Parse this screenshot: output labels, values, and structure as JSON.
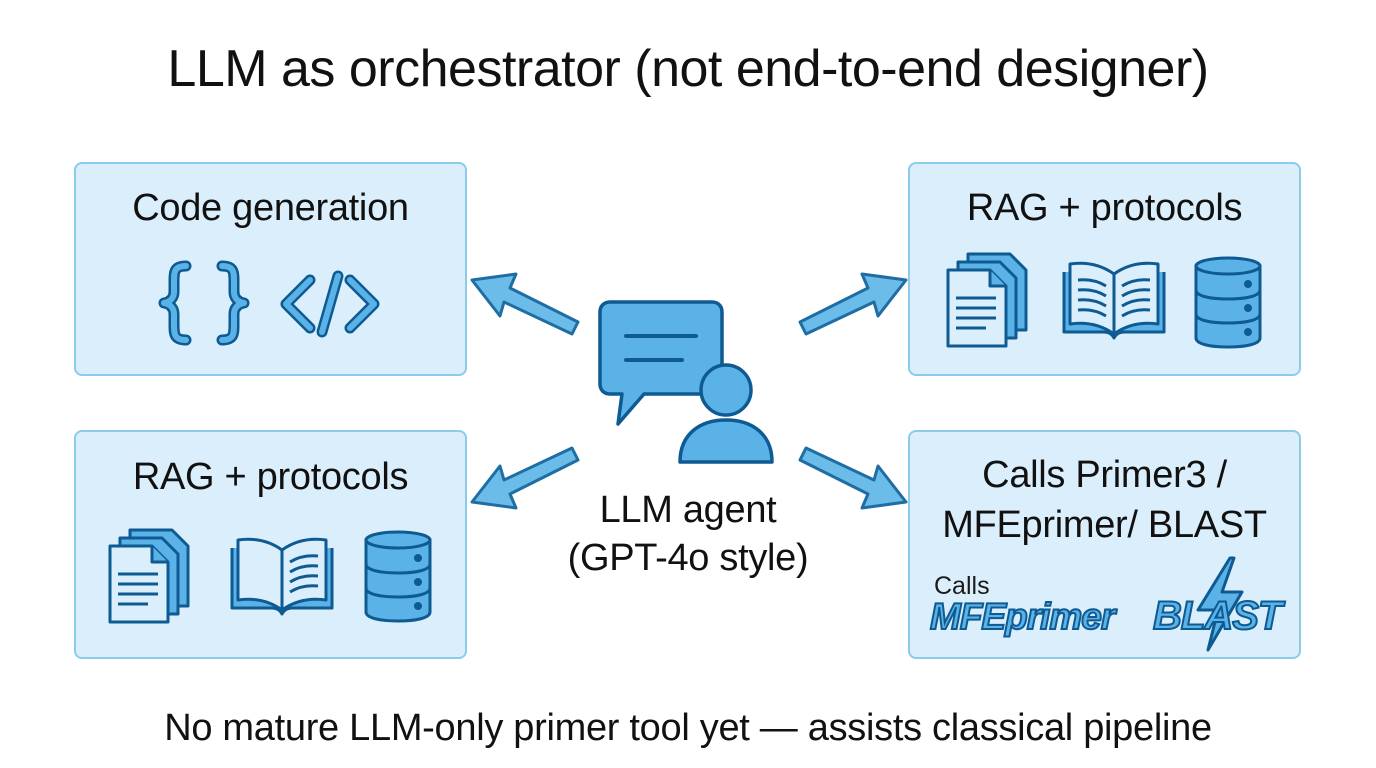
{
  "title": "LLM as orchestrator (not end-to-end designer)",
  "center": {
    "label_line1": "LLM agent",
    "label_line2": "(GPT-4o style)",
    "icon": "chat-bubble-user-icon"
  },
  "boxes": {
    "top_left": {
      "title": "Code generation",
      "icons": [
        "curly-braces-icon",
        "code-tag-icon"
      ]
    },
    "top_right": {
      "title": "RAG + protocols",
      "icons": [
        "documents-icon",
        "open-book-icon",
        "database-icon"
      ]
    },
    "bottom_left": {
      "title": "RAG + protocols",
      "icons": [
        "documents-icon",
        "open-book-icon",
        "database-icon"
      ]
    },
    "bottom_right": {
      "title_line1": "Calls Primer3 /",
      "title_line2": "MFEprimer/ BLAST",
      "calls_label": "Calls",
      "logo1": "MFEprimer",
      "logo2": "BLAST",
      "icons": [
        "lightning-bolt-icon"
      ]
    }
  },
  "footer": "No mature LLM-only primer tool yet — assists classical pipeline",
  "colors": {
    "box_fill": "#dbeefb",
    "box_border": "#8ccbeb",
    "icon_fill": "#5bb2e6",
    "icon_stroke": "#0e5a93",
    "arrow_fill": "#6bbce9"
  }
}
